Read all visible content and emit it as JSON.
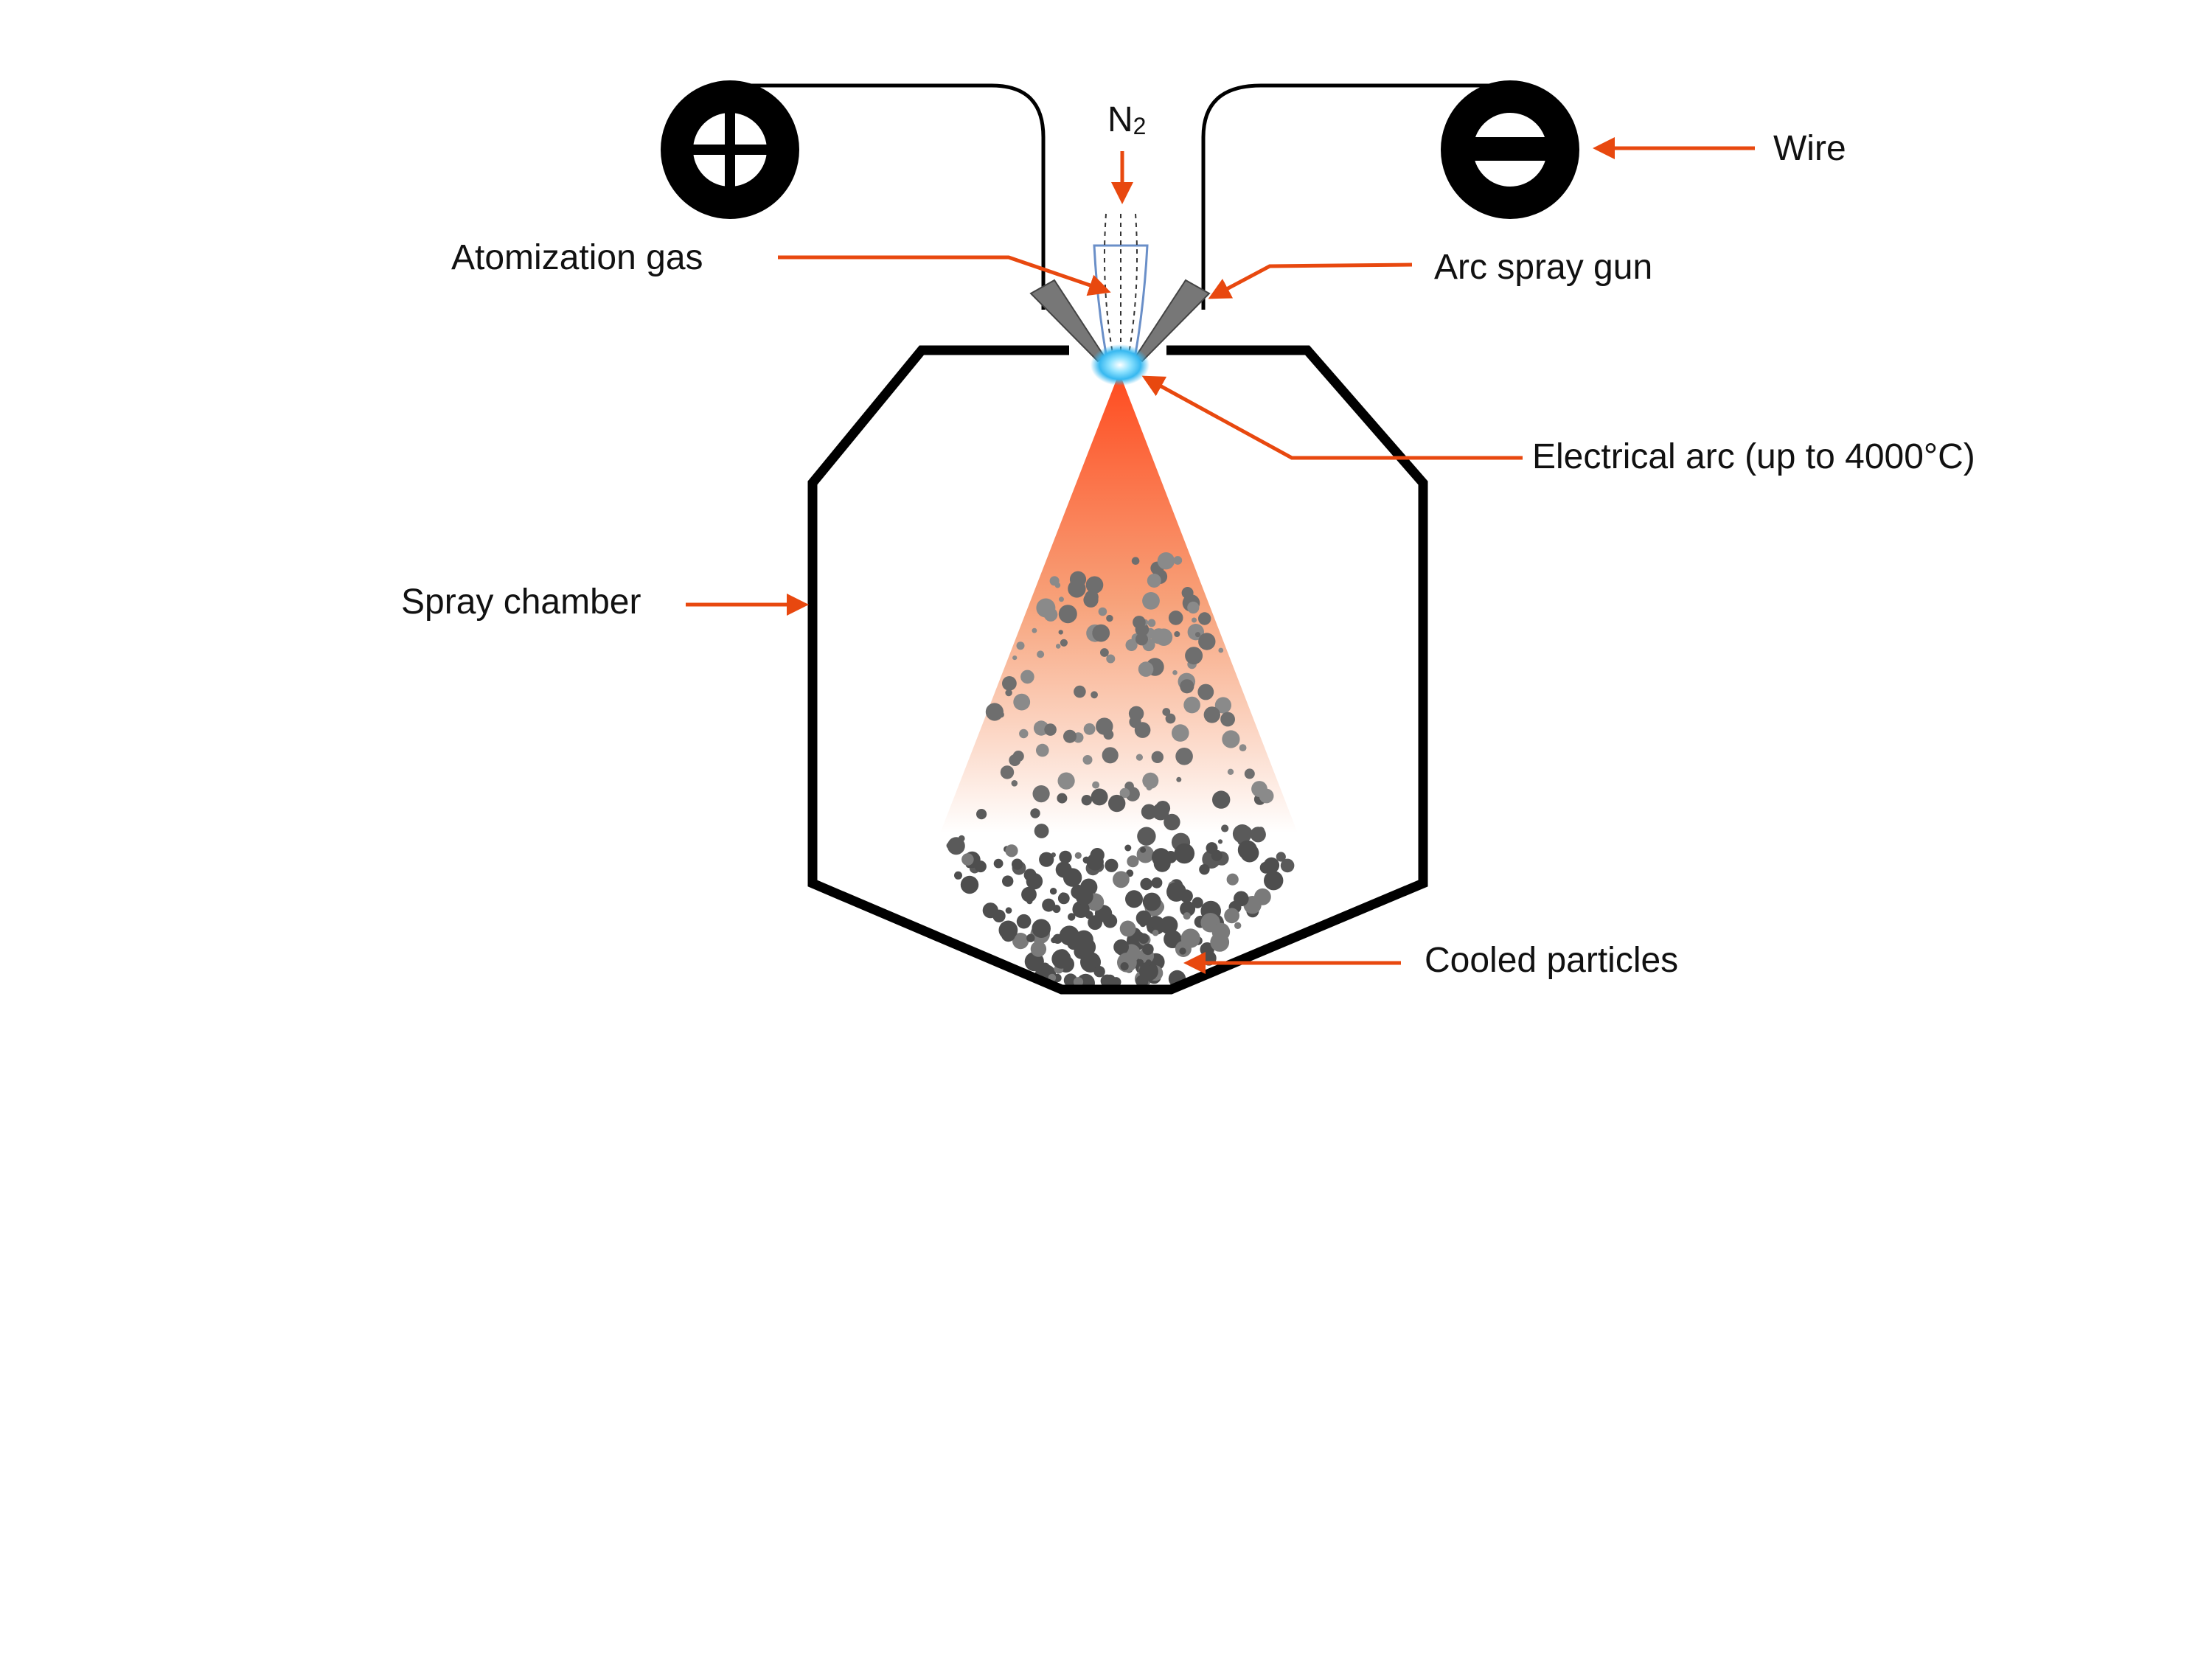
{
  "labels": {
    "n2_main": "N",
    "n2_sub": "2",
    "wire": "Wire",
    "atomization_gas": "Atomization gas",
    "arc_spray_gun": "Arc spray gun",
    "electrical_arc": "Electrical arc (up to 4000°C)",
    "spray_chamber": "Spray chamber",
    "cooled_particles": "Cooled particles"
  },
  "polarity": {
    "positive_icon": "plus-icon",
    "negative_icon": "minus-icon"
  },
  "colors": {
    "arrow": "#e8480f",
    "spray_top": "#ff4a1e",
    "spray_bottom": "#ffffff",
    "arc_glow": "#37b8f0",
    "outline": "#000000",
    "particle_dark": "#505050",
    "particle_light": "#9a9a9a"
  }
}
